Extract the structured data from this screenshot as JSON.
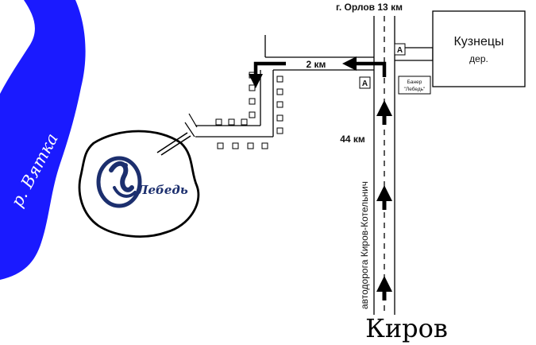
{
  "map": {
    "city_top": "г. Орлов 13 км",
    "village": {
      "name": "Кузнецы",
      "type": "дер."
    },
    "distance_turn": "2 км",
    "distance_main": "44 км",
    "highway": "автодорога Киров-Котельнич",
    "banner": {
      "line1": "Банер",
      "line2": "\"Лебедь\""
    },
    "stop_marker": "А",
    "river": "р. Вятка",
    "city_bottom": "Киров",
    "logo_text": "Лебедь"
  },
  "colors": {
    "river": "#1a1aff",
    "logo": "#1c2f6e",
    "line": "#000000"
  },
  "icons": [
    "arrow-icon",
    "bus-stop-icon",
    "swan-logo-icon"
  ]
}
